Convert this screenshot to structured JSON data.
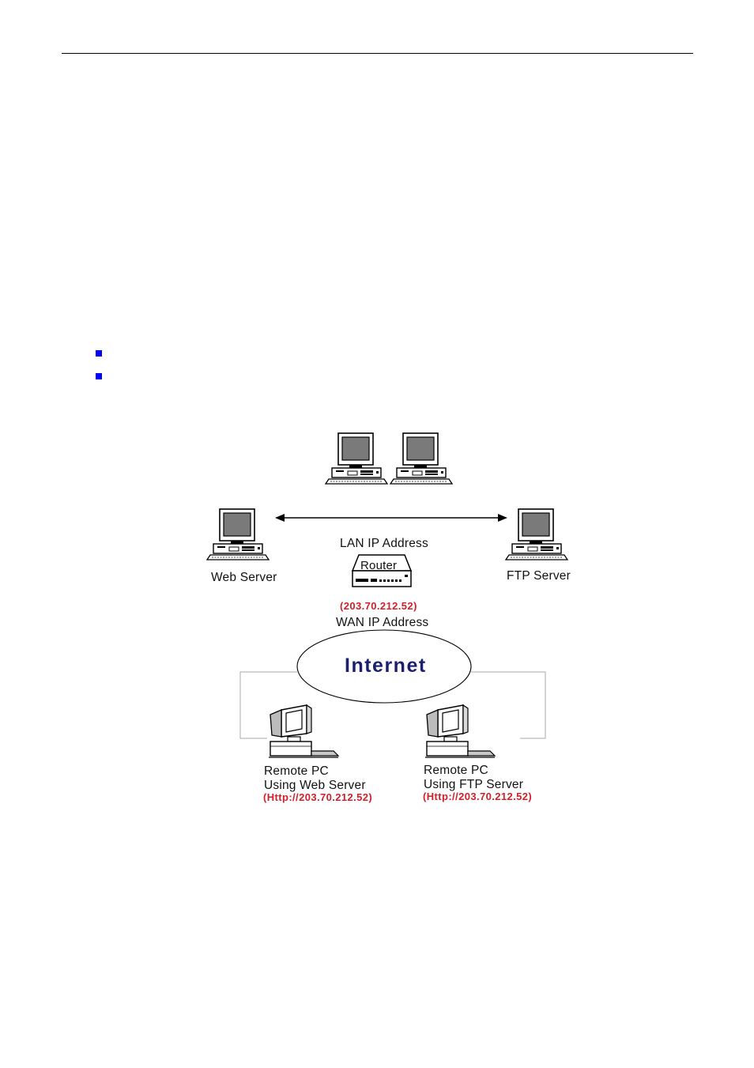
{
  "diagram": {
    "lan_ip_label": "LAN IP Address",
    "router_label": "Router",
    "web_server_label": "Web Server",
    "ftp_server_label": "FTP Server",
    "wan_ip_value": "(203.70.212.52)",
    "wan_ip_label": "WAN IP Address",
    "internet_label": "Internet",
    "remote_web": {
      "line1": "Remote PC",
      "line2": "Using Web Server",
      "url": "(Http://203.70.212.52)"
    },
    "remote_ftp": {
      "line1": "Remote PC",
      "line2": "Using FTP Server",
      "url": "(Http://203.70.212.52)"
    }
  },
  "colors": {
    "bullet": "#0000ff",
    "address_red": "#d2202a",
    "internet_text": "#1c1f6e"
  },
  "icons": [
    "desktop-computer-icon",
    "router-icon",
    "internet-cloud-icon",
    "remote-pc-icon",
    "double-arrow-icon"
  ]
}
